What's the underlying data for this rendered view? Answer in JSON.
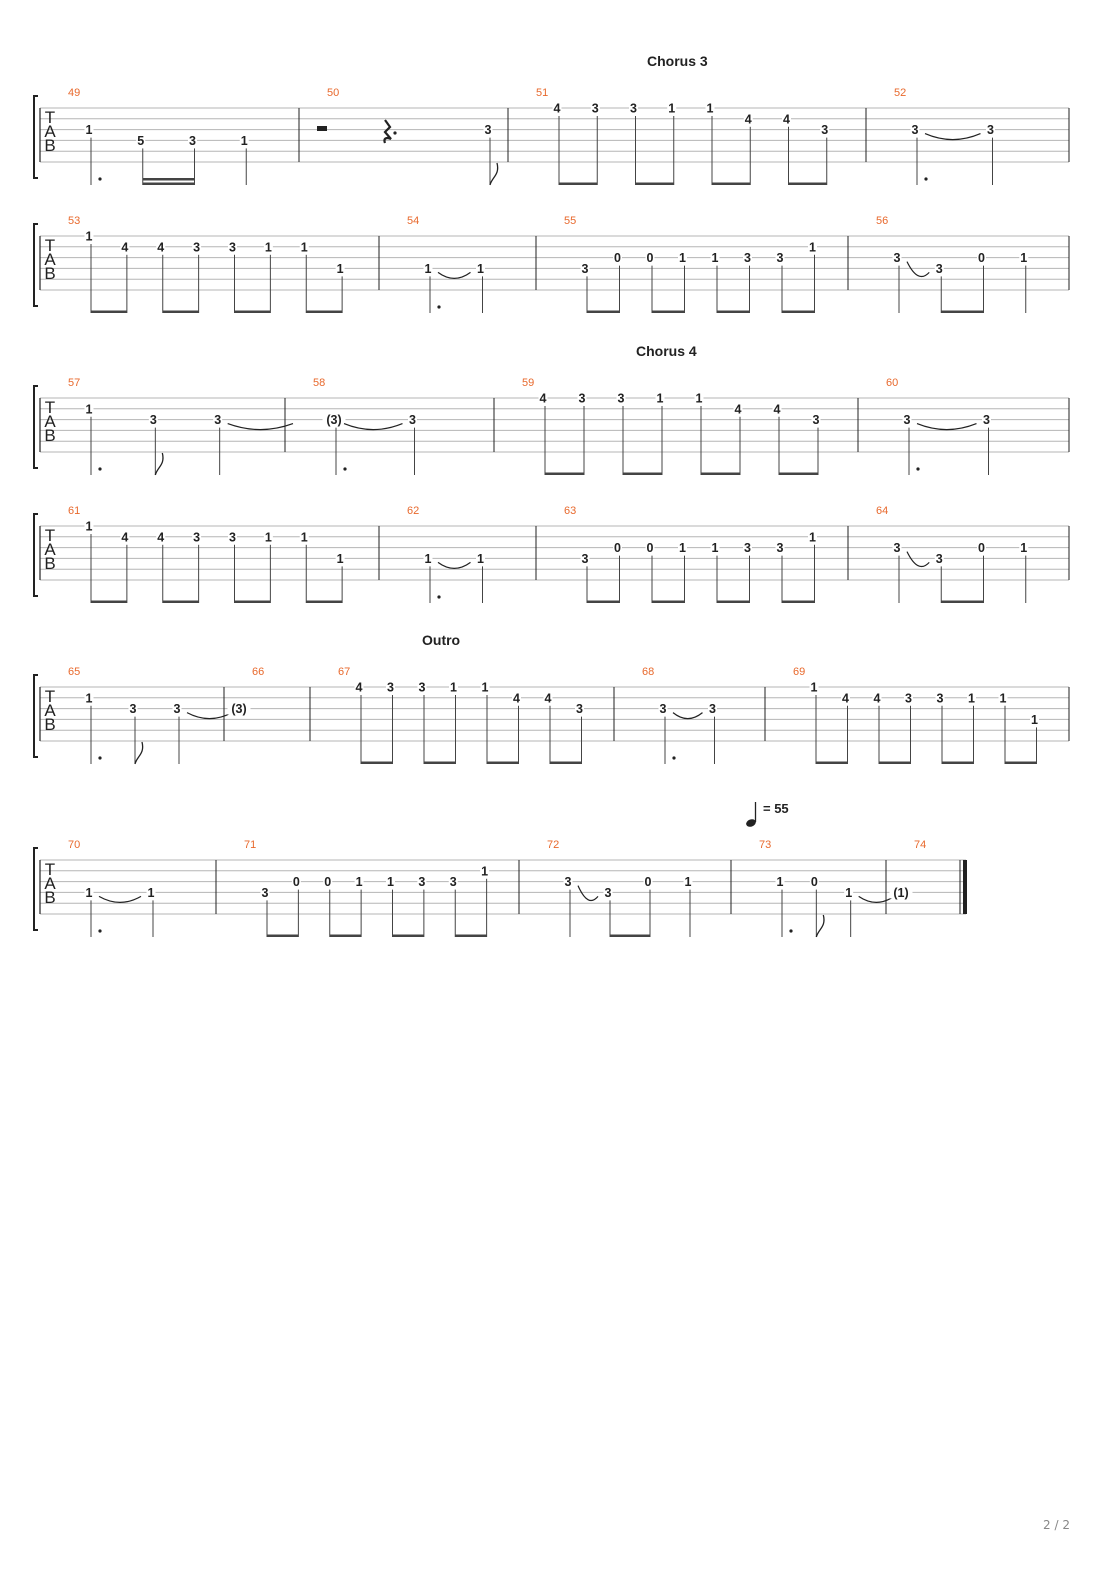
{
  "page_number": "2 / 2",
  "tab_clef": [
    "T",
    "A",
    "B"
  ],
  "sections": [
    {
      "label": "Chorus 3",
      "before_measure": 51
    },
    {
      "label": "Chorus 4",
      "before_measure": 59
    },
    {
      "label": "Outro",
      "before_measure": 67
    }
  ],
  "tempo_marking": {
    "value": "= 55",
    "at_measure": 73
  },
  "systems": [
    {
      "measures": [
        {
          "number": "49",
          "notes": [
            {
              "s": 2,
              "f": "1",
              "stem": "dotted"
            },
            {
              "s": 3,
              "f": "5",
              "beam": "b16"
            },
            {
              "s": 3,
              "f": "3",
              "beam": "b16"
            },
            {
              "s": 3,
              "f": "1",
              "stem": "plain"
            }
          ]
        },
        {
          "number": "50",
          "rests": [
            "half",
            "quarter-dotted"
          ],
          "notes": [
            {
              "s": 2,
              "f": "3",
              "stem": "flag"
            }
          ]
        },
        {
          "number": "51",
          "notes": [
            {
              "s": 0,
              "f": "4",
              "beam": "b8"
            },
            {
              "s": 0,
              "f": "3",
              "beam": "b8"
            },
            {
              "s": 0,
              "f": "3",
              "beam": "b8"
            },
            {
              "s": 0,
              "f": "1",
              "beam": "b8"
            },
            {
              "s": 0,
              "f": "1",
              "beam": "b8"
            },
            {
              "s": 1,
              "f": "4",
              "beam": "b8"
            },
            {
              "s": 1,
              "f": "4",
              "beam": "b8"
            },
            {
              "s": 2,
              "f": "3",
              "beam": "b8"
            }
          ]
        },
        {
          "number": "52",
          "notes": [
            {
              "s": 2,
              "f": "3",
              "stem": "dotted",
              "tie": true
            },
            {
              "s": 2,
              "f": "3",
              "beam": "b8"
            }
          ]
        }
      ]
    },
    {
      "measures": [
        {
          "number": "53",
          "notes": [
            {
              "s": 0,
              "f": "1",
              "beam": "b8"
            },
            {
              "s": 1,
              "f": "4",
              "beam": "b8"
            },
            {
              "s": 1,
              "f": "4",
              "beam": "b8"
            },
            {
              "s": 1,
              "f": "3",
              "beam": "b8"
            },
            {
              "s": 1,
              "f": "3",
              "beam": "b8"
            },
            {
              "s": 1,
              "f": "1",
              "beam": "b8"
            },
            {
              "s": 1,
              "f": "1",
              "beam": "b8"
            },
            {
              "s": 3,
              "f": "1",
              "beam": "b8"
            }
          ]
        },
        {
          "number": "54",
          "notes": [
            {
              "s": 3,
              "f": "1",
              "stem": "dotted",
              "tie": true
            },
            {
              "s": 3,
              "f": "1",
              "beam": "b8"
            }
          ]
        },
        {
          "number": "55",
          "notes": [
            {
              "s": 3,
              "f": "3",
              "beam": "b8"
            },
            {
              "s": 2,
              "f": "0",
              "beam": "b8"
            },
            {
              "s": 2,
              "f": "0",
              "beam": "b8"
            },
            {
              "s": 2,
              "f": "1",
              "beam": "b8"
            },
            {
              "s": 2,
              "f": "1",
              "beam": "b8"
            },
            {
              "s": 2,
              "f": "3",
              "beam": "b8"
            },
            {
              "s": 2,
              "f": "3",
              "beam": "b8"
            },
            {
              "s": 1,
              "f": "1",
              "beam": "b8"
            }
          ]
        },
        {
          "number": "56",
          "notes": [
            {
              "s": 2,
              "f": "3",
              "stem": "plain",
              "tie": true
            },
            {
              "s": 3,
              "f": "3",
              "beam": "b8"
            },
            {
              "s": 2,
              "f": "0",
              "beam": "b8"
            },
            {
              "s": 2,
              "f": "1",
              "beam": "b8"
            }
          ]
        }
      ]
    },
    {
      "measures": [
        {
          "number": "57",
          "notes": [
            {
              "s": 1,
              "f": "1",
              "stem": "dotted"
            },
            {
              "s": 2,
              "f": "3",
              "stem": "flag"
            },
            {
              "s": 2,
              "f": "3",
              "stem": "plain",
              "tie": true
            }
          ]
        },
        {
          "number": "58",
          "notes": [
            {
              "s": 2,
              "f": "(3)",
              "stem": "dotted",
              "tie": true
            },
            {
              "s": 2,
              "f": "3",
              "beam": "b8"
            }
          ]
        },
        {
          "number": "59",
          "notes": [
            {
              "s": 0,
              "f": "4",
              "beam": "b8"
            },
            {
              "s": 0,
              "f": "3",
              "beam": "b8"
            },
            {
              "s": 0,
              "f": "3",
              "beam": "b8"
            },
            {
              "s": 0,
              "f": "1",
              "beam": "b8"
            },
            {
              "s": 0,
              "f": "1",
              "beam": "b8"
            },
            {
              "s": 1,
              "f": "4",
              "beam": "b8"
            },
            {
              "s": 1,
              "f": "4",
              "beam": "b8"
            },
            {
              "s": 2,
              "f": "3",
              "beam": "b8"
            }
          ]
        },
        {
          "number": "60",
          "notes": [
            {
              "s": 2,
              "f": "3",
              "stem": "dotted",
              "tie": true
            },
            {
              "s": 2,
              "f": "3",
              "beam": "b8"
            }
          ]
        }
      ]
    },
    {
      "measures": [
        {
          "number": "61",
          "notes": [
            {
              "s": 0,
              "f": "1",
              "beam": "b8"
            },
            {
              "s": 1,
              "f": "4",
              "beam": "b8"
            },
            {
              "s": 1,
              "f": "4",
              "beam": "b8"
            },
            {
              "s": 1,
              "f": "3",
              "beam": "b8"
            },
            {
              "s": 1,
              "f": "3",
              "beam": "b8"
            },
            {
              "s": 1,
              "f": "1",
              "beam": "b8"
            },
            {
              "s": 1,
              "f": "1",
              "beam": "b8"
            },
            {
              "s": 3,
              "f": "1",
              "beam": "b8"
            }
          ]
        },
        {
          "number": "62",
          "notes": [
            {
              "s": 3,
              "f": "1",
              "stem": "dotted",
              "tie": true
            },
            {
              "s": 3,
              "f": "1",
              "beam": "b8"
            }
          ]
        },
        {
          "number": "63",
          "notes": [
            {
              "s": 3,
              "f": "3",
              "beam": "b8"
            },
            {
              "s": 2,
              "f": "0",
              "beam": "b8"
            },
            {
              "s": 2,
              "f": "0",
              "beam": "b8"
            },
            {
              "s": 2,
              "f": "1",
              "beam": "b8"
            },
            {
              "s": 2,
              "f": "1",
              "beam": "b8"
            },
            {
              "s": 2,
              "f": "3",
              "beam": "b8"
            },
            {
              "s": 2,
              "f": "3",
              "beam": "b8"
            },
            {
              "s": 1,
              "f": "1",
              "beam": "b8"
            }
          ]
        },
        {
          "number": "64",
          "notes": [
            {
              "s": 2,
              "f": "3",
              "stem": "plain",
              "tie": true
            },
            {
              "s": 3,
              "f": "3",
              "beam": "b8"
            },
            {
              "s": 2,
              "f": "0",
              "beam": "b8"
            },
            {
              "s": 2,
              "f": "1",
              "beam": "b8"
            }
          ]
        }
      ]
    },
    {
      "measures": [
        {
          "number": "65",
          "notes": [
            {
              "s": 1,
              "f": "1",
              "stem": "dotted"
            },
            {
              "s": 2,
              "f": "3",
              "stem": "flag"
            },
            {
              "s": 2,
              "f": "3",
              "stem": "plain",
              "tie": true
            }
          ]
        },
        {
          "number": "66",
          "notes": [
            {
              "s": 2,
              "f": "(3)"
            }
          ]
        },
        {
          "number": "67",
          "notes": [
            {
              "s": 0,
              "f": "4",
              "beam": "b8"
            },
            {
              "s": 0,
              "f": "3",
              "beam": "b8"
            },
            {
              "s": 0,
              "f": "3",
              "beam": "b8"
            },
            {
              "s": 0,
              "f": "1",
              "beam": "b8"
            },
            {
              "s": 0,
              "f": "1",
              "beam": "b8"
            },
            {
              "s": 1,
              "f": "4",
              "beam": "b8"
            },
            {
              "s": 1,
              "f": "4",
              "beam": "b8"
            },
            {
              "s": 2,
              "f": "3",
              "beam": "b8"
            }
          ]
        },
        {
          "number": "68",
          "notes": [
            {
              "s": 2,
              "f": "3",
              "stem": "dotted",
              "tie": true
            },
            {
              "s": 2,
              "f": "3",
              "beam": "b8"
            }
          ]
        },
        {
          "number": "69",
          "notes": [
            {
              "s": 0,
              "f": "1",
              "beam": "b8"
            },
            {
              "s": 1,
              "f": "4",
              "beam": "b8"
            },
            {
              "s": 1,
              "f": "4",
              "beam": "b8"
            },
            {
              "s": 1,
              "f": "3",
              "beam": "b8"
            },
            {
              "s": 1,
              "f": "3",
              "beam": "b8"
            },
            {
              "s": 1,
              "f": "1",
              "beam": "b8"
            },
            {
              "s": 1,
              "f": "1",
              "beam": "b8"
            },
            {
              "s": 3,
              "f": "1",
              "beam": "b8"
            }
          ]
        }
      ]
    },
    {
      "measures": [
        {
          "number": "70",
          "notes": [
            {
              "s": 3,
              "f": "1",
              "stem": "dotted",
              "tie": true
            },
            {
              "s": 3,
              "f": "1",
              "beam": "b8"
            }
          ]
        },
        {
          "number": "71",
          "notes": [
            {
              "s": 3,
              "f": "3",
              "beam": "b8"
            },
            {
              "s": 2,
              "f": "0",
              "beam": "b8"
            },
            {
              "s": 2,
              "f": "0",
              "beam": "b8"
            },
            {
              "s": 2,
              "f": "1",
              "beam": "b8"
            },
            {
              "s": 2,
              "f": "1",
              "beam": "b8"
            },
            {
              "s": 2,
              "f": "3",
              "beam": "b8"
            },
            {
              "s": 2,
              "f": "3",
              "beam": "b8"
            },
            {
              "s": 1,
              "f": "1",
              "beam": "b8"
            }
          ]
        },
        {
          "number": "72",
          "notes": [
            {
              "s": 2,
              "f": "3",
              "stem": "plain",
              "tie": true
            },
            {
              "s": 3,
              "f": "3",
              "beam": "b8"
            },
            {
              "s": 2,
              "f": "0",
              "beam": "b8"
            },
            {
              "s": 2,
              "f": "1",
              "beam": "b8"
            }
          ]
        },
        {
          "number": "73",
          "notes": [
            {
              "s": 2,
              "f": "1",
              "stem": "dotted"
            },
            {
              "s": 2,
              "f": "0",
              "stem": "flag"
            },
            {
              "s": 3,
              "f": "1",
              "stem": "plain",
              "tie": true
            }
          ]
        },
        {
          "number": "74",
          "final": true,
          "notes": [
            {
              "s": 3,
              "f": "(1)"
            }
          ]
        }
      ]
    }
  ]
}
